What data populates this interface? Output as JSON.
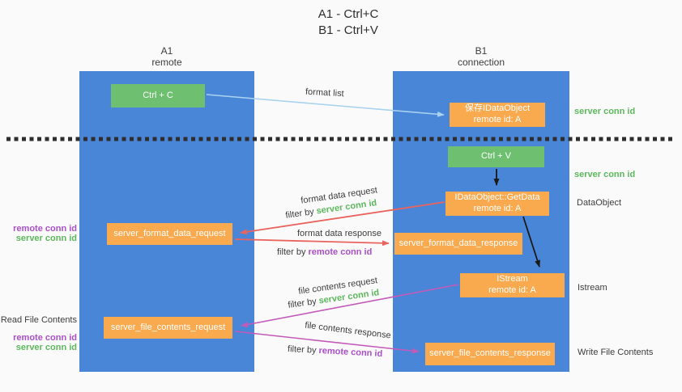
{
  "title": {
    "line1": "A1 - Ctrl+C",
    "line2": "B1 - Ctrl+V"
  },
  "columns": {
    "left": {
      "name": "A1",
      "role": "remote"
    },
    "right": {
      "name": "B1",
      "role": "connection"
    }
  },
  "nodes": {
    "ctrl_c": {
      "label": "Ctrl + C"
    },
    "ctrl_v": {
      "label": "Ctrl + V"
    },
    "save_dataobject": {
      "line1": "保存IDataObject",
      "line2": "remote id: A"
    },
    "getdata": {
      "line1": "IDataObject::GetData",
      "line2": "remote id: A"
    },
    "istream": {
      "line1": "IStream",
      "line2": "remote id: A"
    },
    "format_request": {
      "label": "server_format_data_request"
    },
    "format_response": {
      "label": "server_format_data_response"
    },
    "file_request": {
      "label": "server_file_contents_request"
    },
    "file_response": {
      "label": "server_file_contents_response"
    }
  },
  "flow_labels": {
    "format_list": "format list",
    "format_data_request": "format data request",
    "format_data_response": "format data response",
    "file_contents_request": "file contents request",
    "file_contents_response": "file contents response",
    "filter_by": "filter by",
    "server_conn_id": "server conn id",
    "remote_conn_id": "remote conn id"
  },
  "side_labels": {
    "left_remote_conn_id": "remote conn id",
    "left_server_conn_id": "server conn id",
    "read_file_contents": "Read File Contents",
    "left_remote_conn_id_2": "remote conn id",
    "left_server_conn_id_2": "server conn id",
    "right_server_conn_id_top": "server conn id",
    "right_server_conn_id_mid": "server conn id",
    "dataobject": "DataObject",
    "istream": "Istream",
    "write_file_contents": "Write File Contents"
  },
  "colors": {
    "column_blue": "#4a86d8",
    "box_green": "#6fbf71",
    "box_orange": "#f9a94e",
    "arrow_light_blue": "#a8d2ee",
    "arrow_red": "#e9645e",
    "arrow_magenta": "#c45ab8",
    "arrow_black": "#1a1a1a",
    "text_green": "#5cb85c",
    "text_purple": "#ab4fc8",
    "background": "#fafafa"
  }
}
